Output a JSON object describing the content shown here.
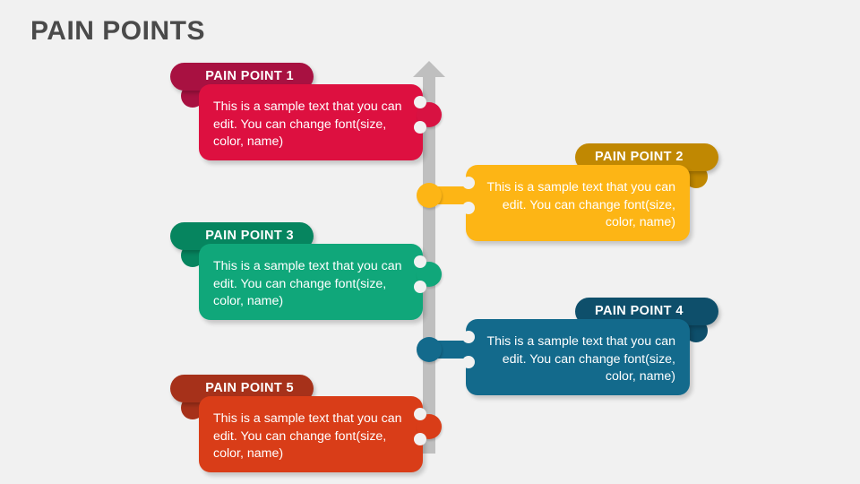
{
  "slide": {
    "title": "PAIN POINTS",
    "background_color": "#f1f1f1",
    "title_color": "#4a4a4a"
  },
  "timeline": {
    "axis_color": "#bfbfbf",
    "direction": "up",
    "arrow_icon": "arrow-up-icon"
  },
  "body_text": "This is a sample text that you can edit. You can change font(size, color, name)",
  "cards": [
    {
      "id": 1,
      "label": "PAIN POINT 1",
      "text": "This is a sample text that you can edit. You can change font(size, color, name)",
      "side": "left",
      "body_color": "#dd1040",
      "header_color": "#a81141",
      "knob_color": "#d81242"
    },
    {
      "id": 2,
      "label": "PAIN POINT 2",
      "text": "This is a sample text that you can edit. You can change font(size, color, name)",
      "side": "right",
      "body_color": "#fdb515",
      "header_color": "#c08802",
      "knob_color": "#fdb515"
    },
    {
      "id": 3,
      "label": "PAIN POINT 3",
      "text": "This is a sample text that you can edit. You can change font(size, color, name)",
      "side": "left",
      "body_color": "#10a77a",
      "header_color": "#06855f",
      "knob_color": "#10a77a"
    },
    {
      "id": 4,
      "label": "PAIN POINT 4",
      "text": "This is a sample text that you can edit. You can change font(size, color, name)",
      "side": "right",
      "body_color": "#136a8c",
      "header_color": "#0e4f6b",
      "knob_color": "#136a8c"
    },
    {
      "id": 5,
      "label": "PAIN POINT 5",
      "text": "This is a sample text that you can edit. You can change font(size, color, name)",
      "side": "left",
      "body_color": "#d93d18",
      "header_color": "#a6311a",
      "knob_color": "#d93d18"
    }
  ]
}
